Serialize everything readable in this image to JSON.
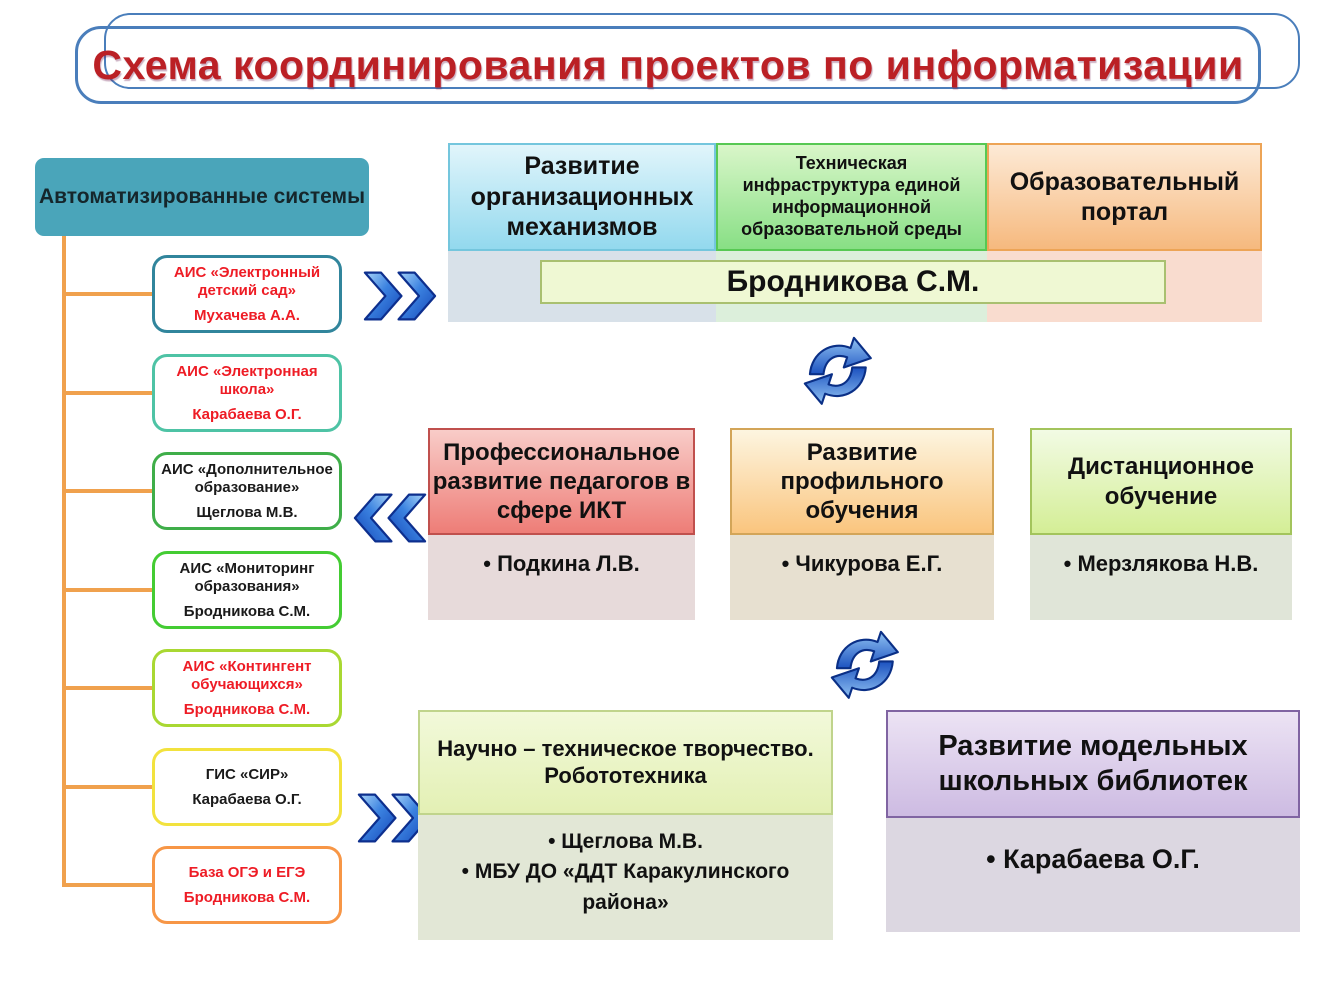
{
  "title": "Схема координирования проектов по информатизации",
  "icons": {
    "chevron_right": "double-chevron-right-icon",
    "chevron_left": "double-chevron-left-icon",
    "sync": "sync-arrows-icon"
  },
  "colors": {
    "title_text": "#bb2025",
    "title_border": "#4a7ebb",
    "root_fill": "#4aa5ba",
    "connector_orange": "#f0a14d",
    "red_text": "#ee1c25",
    "arrow_blue": "#1c52c0",
    "child_borders": [
      "#31859c",
      "#4ec3a5",
      "#3fae49",
      "#44cc33",
      "#a9d832",
      "#f2e23e",
      "#f79646"
    ]
  },
  "tree": {
    "root": "Автоматизированные системы",
    "children": [
      {
        "name": "АИС «Электронный детский сад»",
        "person": "Мухачева А.А."
      },
      {
        "name": "АИС «Электронная школа»",
        "person": "Карабаева О.Г."
      },
      {
        "name": "АИС «Дополнительное образование»",
        "person": "Щеглова М.В."
      },
      {
        "name": "АИС «Мониторинг образования»",
        "person": "Бродникова С.М."
      },
      {
        "name": "АИС «Контингент обучающихся»",
        "person": "Бродникова С.М."
      },
      {
        "name": "ГИС «СИР»",
        "person": "Карабаева О.Г."
      },
      {
        "name": "База ОГЭ и ЕГЭ",
        "person": "Бродникова С.М."
      }
    ]
  },
  "top_row": {
    "box1": "Развитие организационных механизмов",
    "box2": "Техническая инфраструктура единой информационной образовательной среды",
    "box3": "Образовательный портал",
    "coordinator": "Бродникова С.М."
  },
  "middle_row": {
    "box1": {
      "title": "Профессиональное развитие педагогов в сфере ИКТ",
      "person": "• Подкина Л.В."
    },
    "box2": {
      "title": "Развитие профильного обучения",
      "person": "• Чикурова Е.Г."
    },
    "box3": {
      "title": "Дистанционное обучение",
      "person": "• Мерзлякова Н.В."
    }
  },
  "bottom_row": {
    "box1": {
      "title": "Научно – техническое творчество. Робототехника",
      "bullets": [
        "• Щеглова М.В.",
        "• МБУ ДО «ДДТ Каракулинского района»"
      ]
    },
    "box2": {
      "title": "Развитие модельных школьных библиотек",
      "person": "• Карабаева О.Г."
    }
  }
}
